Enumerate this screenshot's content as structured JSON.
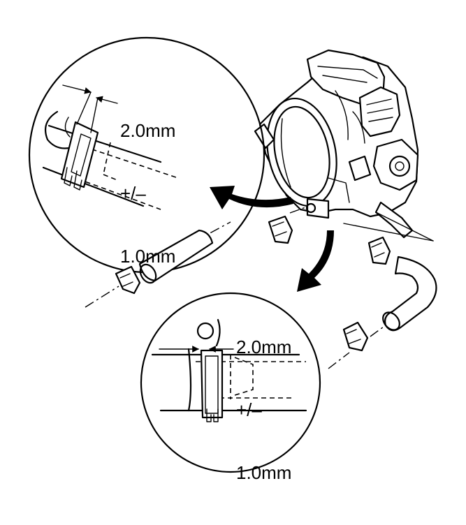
{
  "callouts": [
    {
      "line1": "2.0mm",
      "line2": "+/–",
      "line3": "1.0mm"
    },
    {
      "line1": "2.0mm",
      "line2": "+/–",
      "line3": "1.0mm"
    }
  ],
  "colors": {
    "ink": "#000000",
    "paper": "#ffffff"
  }
}
